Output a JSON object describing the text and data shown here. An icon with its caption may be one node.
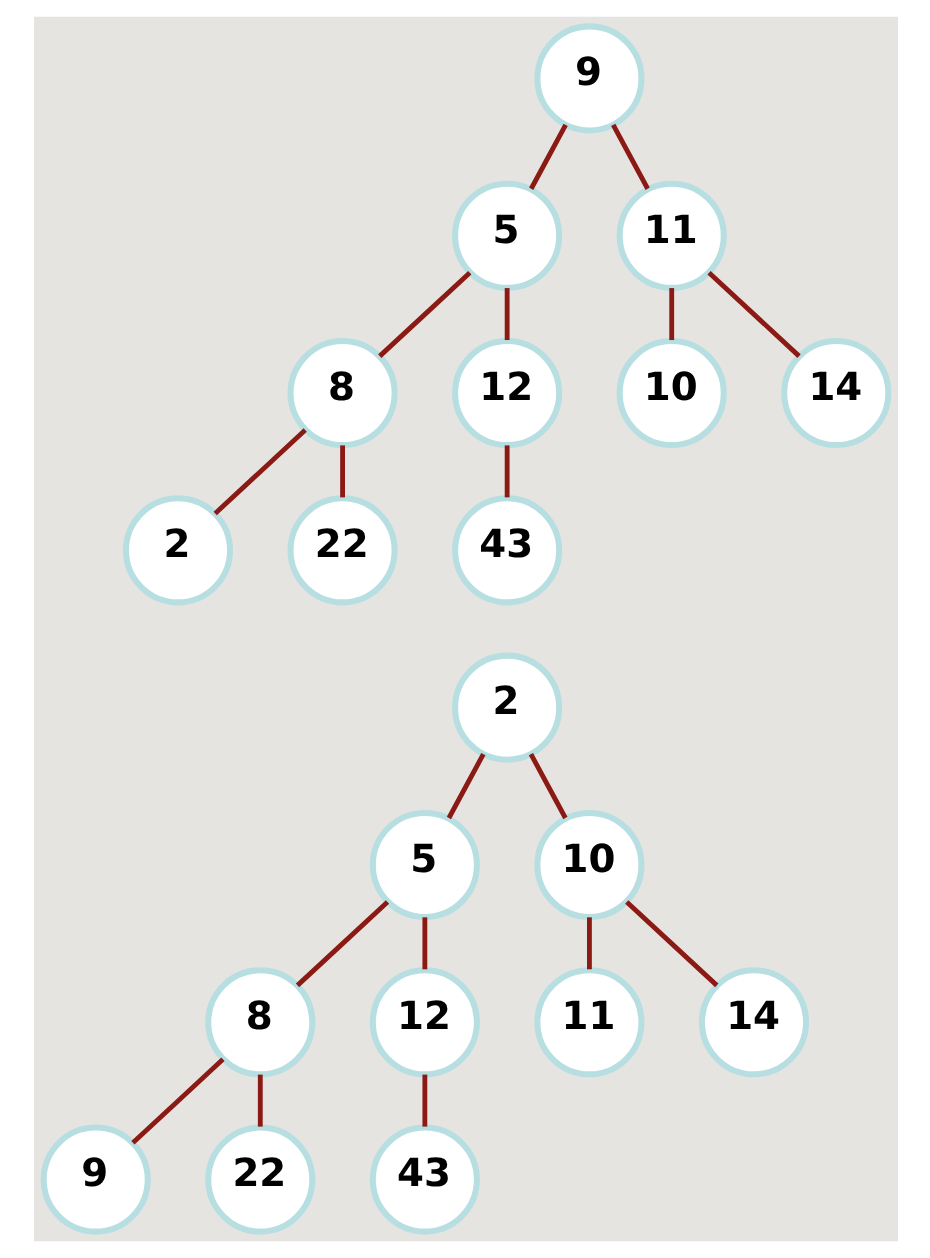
{
  "diagram": {
    "nodes": [
      {
        "text": [
          "9"
        ]
      },
      {
        "text": [
          "5"
        ]
      },
      {
        "text": [
          "11"
        ]
      },
      {
        "text": [
          "8"
        ]
      },
      {
        "text": [
          "12"
        ]
      },
      {
        "text": [
          "10"
        ]
      },
      {
        "text": [
          "14"
        ]
      },
      {
        "text": [
          "2"
        ]
      },
      {
        "text": [
          "22"
        ]
      },
      {
        "text": [
          "43"
        ]
      },
      {
        "text": [
          "2"
        ]
      },
      {
        "text": [
          "5"
        ]
      },
      {
        "text": [
          "10"
        ]
      },
      {
        "text": [
          "8"
        ]
      },
      {
        "text": [
          "12"
        ]
      },
      {
        "text": [
          "11"
        ]
      },
      {
        "text": [
          "14"
        ]
      },
      {
        "text": [
          "9"
        ]
      },
      {
        "text": [
          "22"
        ]
      },
      {
        "text": [
          "43"
        ]
      }
    ],
    "edges": [
      {
        "from": 0,
        "to": 1,
        "arrow": "none"
      },
      {
        "from": 0,
        "to": 2,
        "arrow": "none"
      },
      {
        "from": 1,
        "to": 3,
        "arrow": "none"
      },
      {
        "from": 1,
        "to": 4,
        "arrow": "none"
      },
      {
        "from": 2,
        "to": 5,
        "arrow": "none"
      },
      {
        "from": 2,
        "to": 6,
        "arrow": "none"
      },
      {
        "from": 3,
        "to": 7,
        "arrow": "none"
      },
      {
        "from": 3,
        "to": 8,
        "arrow": "none"
      },
      {
        "from": 4,
        "to": 9,
        "arrow": "none"
      },
      {
        "from": 10,
        "to": 11,
        "arrow": "none"
      },
      {
        "from": 10,
        "to": 12,
        "arrow": "none"
      },
      {
        "from": 11,
        "to": 13,
        "arrow": "none"
      },
      {
        "from": 11,
        "to": 14,
        "arrow": "none"
      },
      {
        "from": 12,
        "to": 15,
        "arrow": "none"
      },
      {
        "from": 12,
        "to": 16,
        "arrow": "none"
      },
      {
        "from": 13,
        "to": 17,
        "arrow": "none"
      },
      {
        "from": 13,
        "to": 18,
        "arrow": "none"
      },
      {
        "from": 14,
        "to": 19,
        "arrow": "none"
      }
    ]
  }
}
